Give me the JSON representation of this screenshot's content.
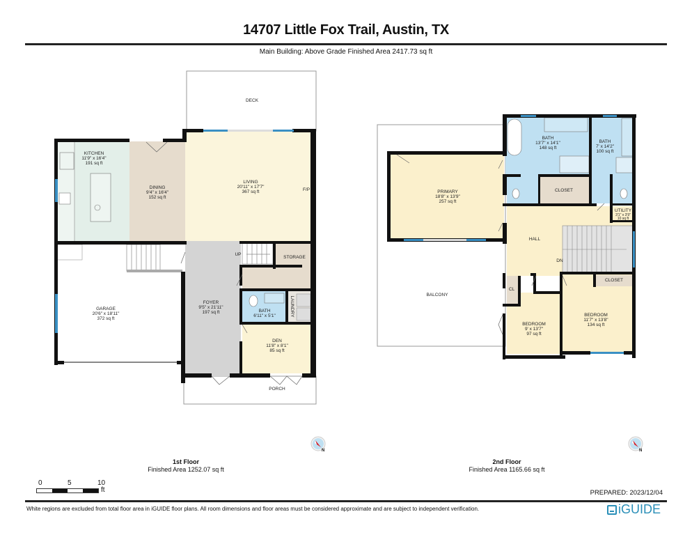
{
  "header": {
    "title": "14707 Little Fox Trail, Austin, TX",
    "subtitle": "Main Building: Above Grade Finished Area 2417.73 sq ft"
  },
  "colors": {
    "wall": "#111111",
    "kitchen": "#e3efe9",
    "dining": "#e6dccd",
    "living": "#fbf5dc",
    "bath": "#bfe0f2",
    "foyer": "#d4d4d4",
    "storage": "#e6dccd",
    "den": "#fbf3d4",
    "bedroom": "#fbf0cc",
    "window": "#3a90c4",
    "compass_red": "#d6202a",
    "logo": "#2a8fb8"
  },
  "floors": [
    {
      "title": "1st Floor",
      "area": "Finished Area 1252.07 sq ft",
      "rooms": [
        {
          "name": "DECK",
          "dims": "",
          "area": ""
        },
        {
          "name": "KITCHEN",
          "dims": "11'9\" x 16'4\"",
          "area": "191 sq ft"
        },
        {
          "name": "DINING",
          "dims": "9'4\" x 16'4\"",
          "area": "152 sq ft"
        },
        {
          "name": "LIVING",
          "dims": "20'11\" x 17'7\"",
          "area": "367 sq ft"
        },
        {
          "name": "GARAGE",
          "dims": "20'6\" x 18'11\"",
          "area": "372 sq ft"
        },
        {
          "name": "FOYER",
          "dims": "9'5\" x 21'11\"",
          "area": "197 sq ft"
        },
        {
          "name": "STORAGE",
          "dims": "",
          "area": ""
        },
        {
          "name": "BATH",
          "dims": "6'11\" x 5'1\"",
          "area": ""
        },
        {
          "name": "LAUNDRY",
          "dims": "",
          "area": ""
        },
        {
          "name": "DEN",
          "dims": "11'8\" x 8'1\"",
          "area": "85 sq ft"
        },
        {
          "name": "PORCH",
          "dims": "",
          "area": ""
        }
      ],
      "labels": {
        "up": "UP",
        "fireplace": "F/P"
      }
    },
    {
      "title": "2nd Floor",
      "area": "Finished Area 1165.66 sq ft",
      "rooms": [
        {
          "name": "PRIMARY",
          "dims": "18'8\" x 13'9\"",
          "area": "257 sq ft"
        },
        {
          "name": "BATH",
          "dims": "13'7\" x 14'1\"",
          "area": "148 sq ft"
        },
        {
          "name": "BATH",
          "dims": "7' x 14'2\"",
          "area": "100 sq ft"
        },
        {
          "name": "CLOSET",
          "dims": "",
          "area": ""
        },
        {
          "name": "UTILITY",
          "dims": "3'1\" x 3'9\"",
          "area": "10 sq ft"
        },
        {
          "name": "HALL",
          "dims": "",
          "area": ""
        },
        {
          "name": "BALCONY",
          "dims": "",
          "area": ""
        },
        {
          "name": "CL",
          "dims": "",
          "area": ""
        },
        {
          "name": "CLOSET",
          "dims": "",
          "area": ""
        },
        {
          "name": "BEDROOM",
          "dims": "9' x 13'7\"",
          "area": "97 sq ft"
        },
        {
          "name": "BEDROOM",
          "dims": "11'7\" x 13'8\"",
          "area": "134 sq ft"
        }
      ],
      "labels": {
        "down": "DN"
      }
    }
  ],
  "compass": {
    "label": "N"
  },
  "scale": {
    "ticks": [
      "0",
      "5",
      "10"
    ],
    "unit": "ft"
  },
  "prepared": "PREPARED: 2023/12/04",
  "footer": {
    "disclaimer": "White regions are excluded from total floor area in iGUIDE floor plans. All room dimensions and floor areas must be considered approximate and are subject to independent verification.",
    "logo": "iGUIDE"
  }
}
